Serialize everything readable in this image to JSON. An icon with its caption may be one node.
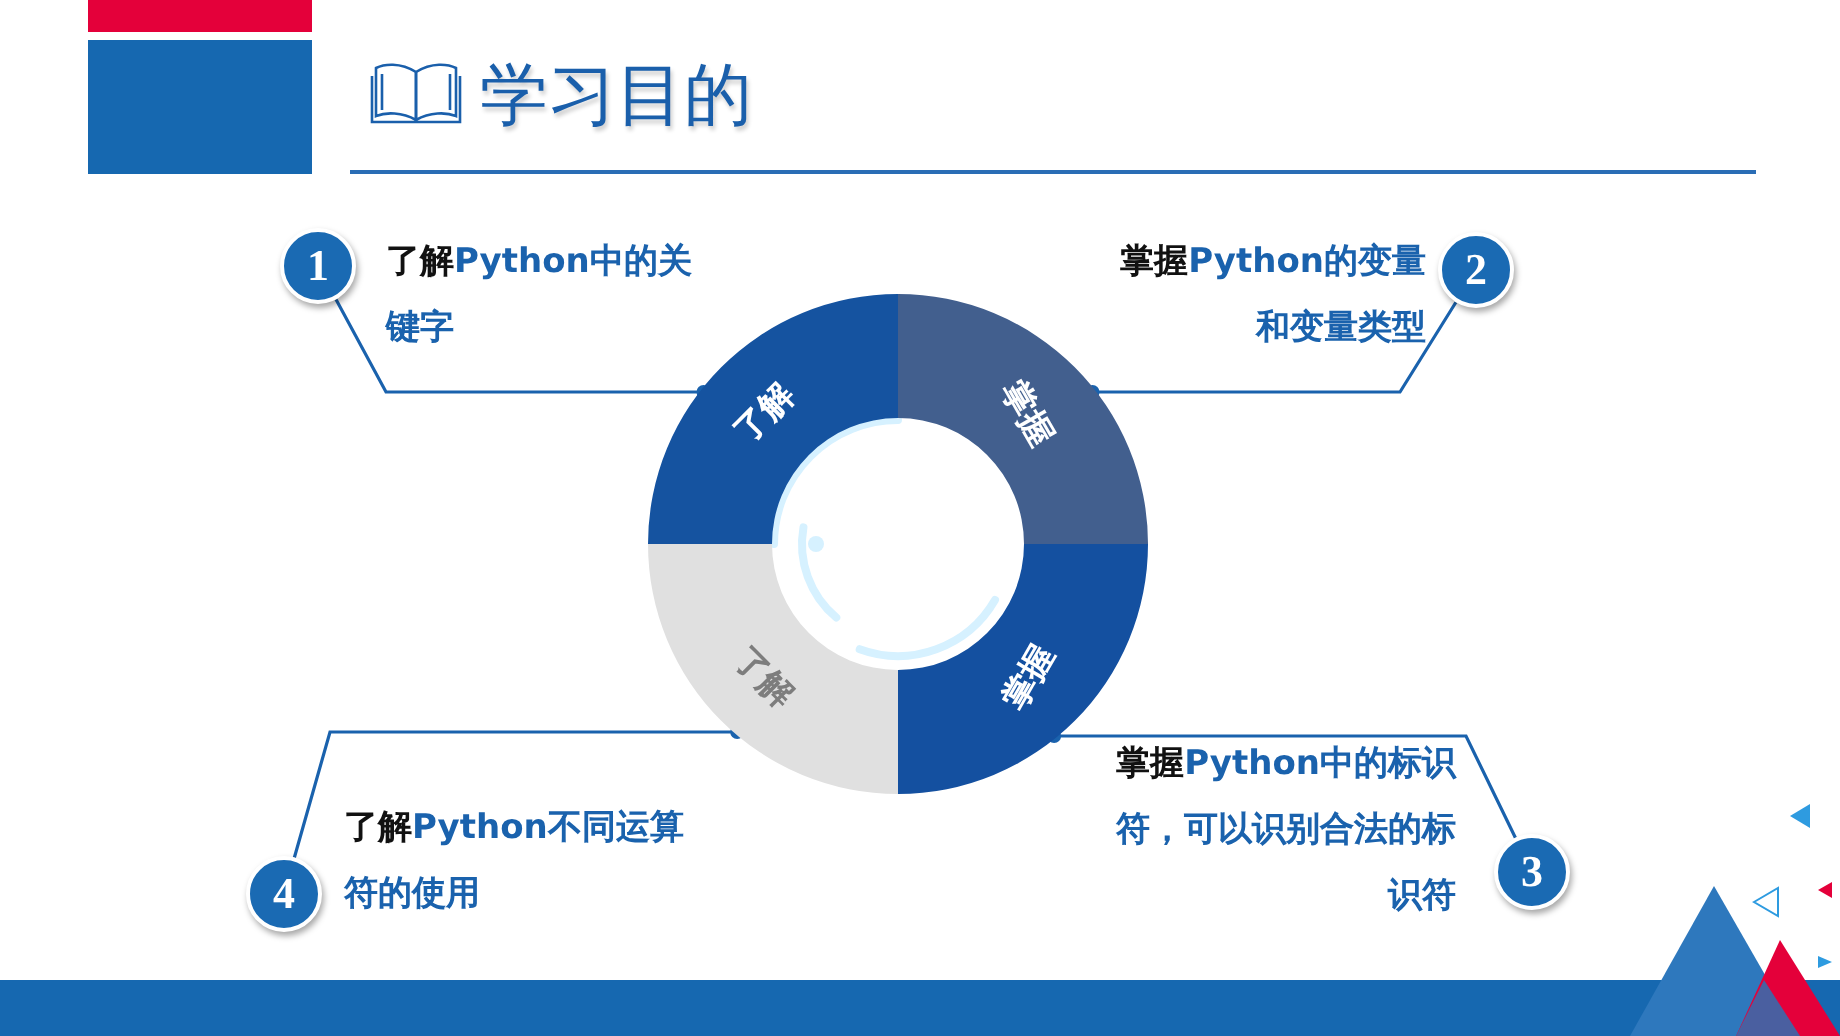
{
  "diagram": {
    "title": "学习目的",
    "nodes": [
      {
        "text": [
          "1"
        ]
      },
      {
        "text": [
          "了解",
          "Python中的关键字"
        ]
      },
      {
        "text": [
          "掌握",
          "Python的变量和变量类型"
        ]
      },
      {
        "text": [
          "2"
        ]
      },
      {
        "text": [
          "了解"
        ]
      },
      {
        "text": [
          "掌握"
        ]
      },
      {
        "text": [
          "了解"
        ]
      },
      {
        "text": [
          "掌握"
        ]
      },
      {
        "text": [
          "了解",
          "Python不同运算符的使用"
        ]
      },
      {
        "text": [
          "掌握",
          "Python中的标识符，可以识别合法的标识符"
        ]
      },
      {
        "text": [
          "4"
        ]
      },
      {
        "text": [
          "3"
        ]
      }
    ],
    "edges": [
      {
        "from": 0,
        "to": 4,
        "arrow": "other"
      },
      {
        "from": 3,
        "to": 5,
        "arrow": "other"
      },
      {
        "from": 11,
        "to": 7,
        "arrow": "other"
      },
      {
        "from": 10,
        "to": 6,
        "arrow": "other"
      }
    ]
  }
}
